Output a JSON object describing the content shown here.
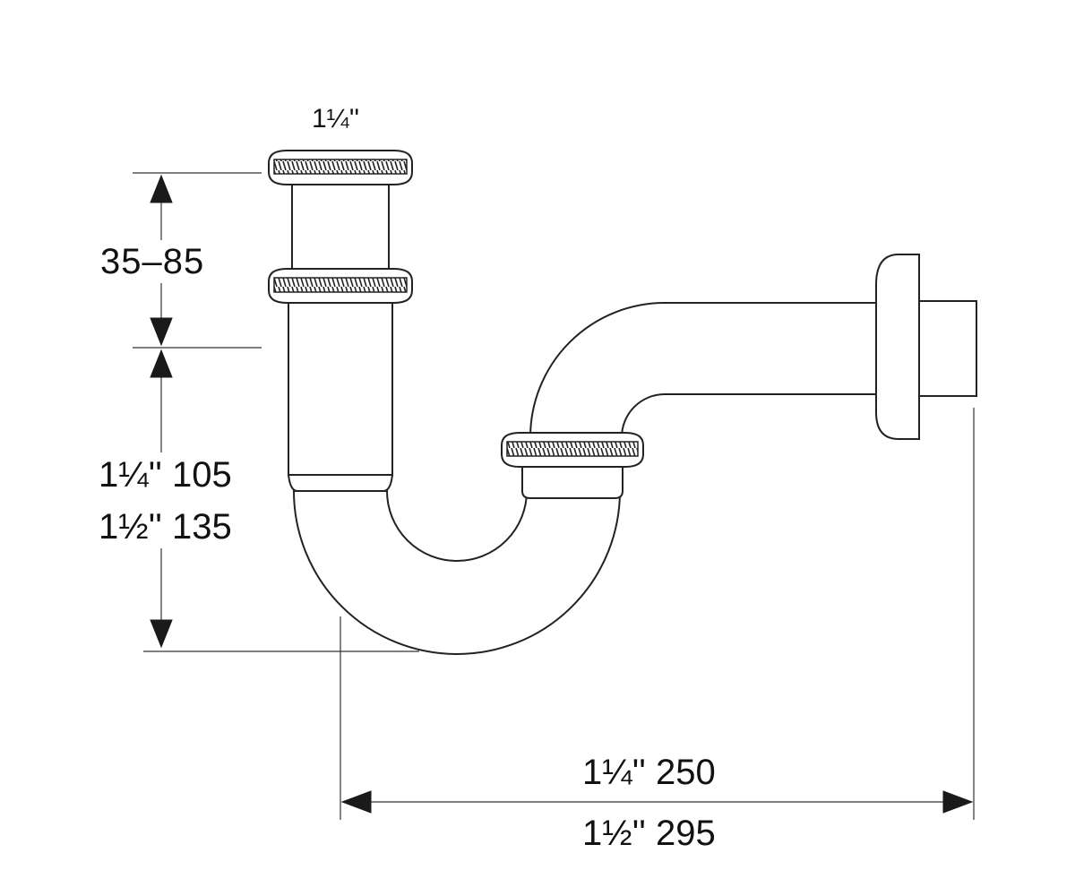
{
  "labels": {
    "inlet_size": "1¼''",
    "adjust_range": "35–85",
    "height_small": "1¼'' 105",
    "height_large": "1½'' 135",
    "width_small": "1¼'' 250",
    "width_large": "1½'' 295"
  },
  "colors": {
    "ink": "#222222",
    "background": "#ffffff"
  }
}
